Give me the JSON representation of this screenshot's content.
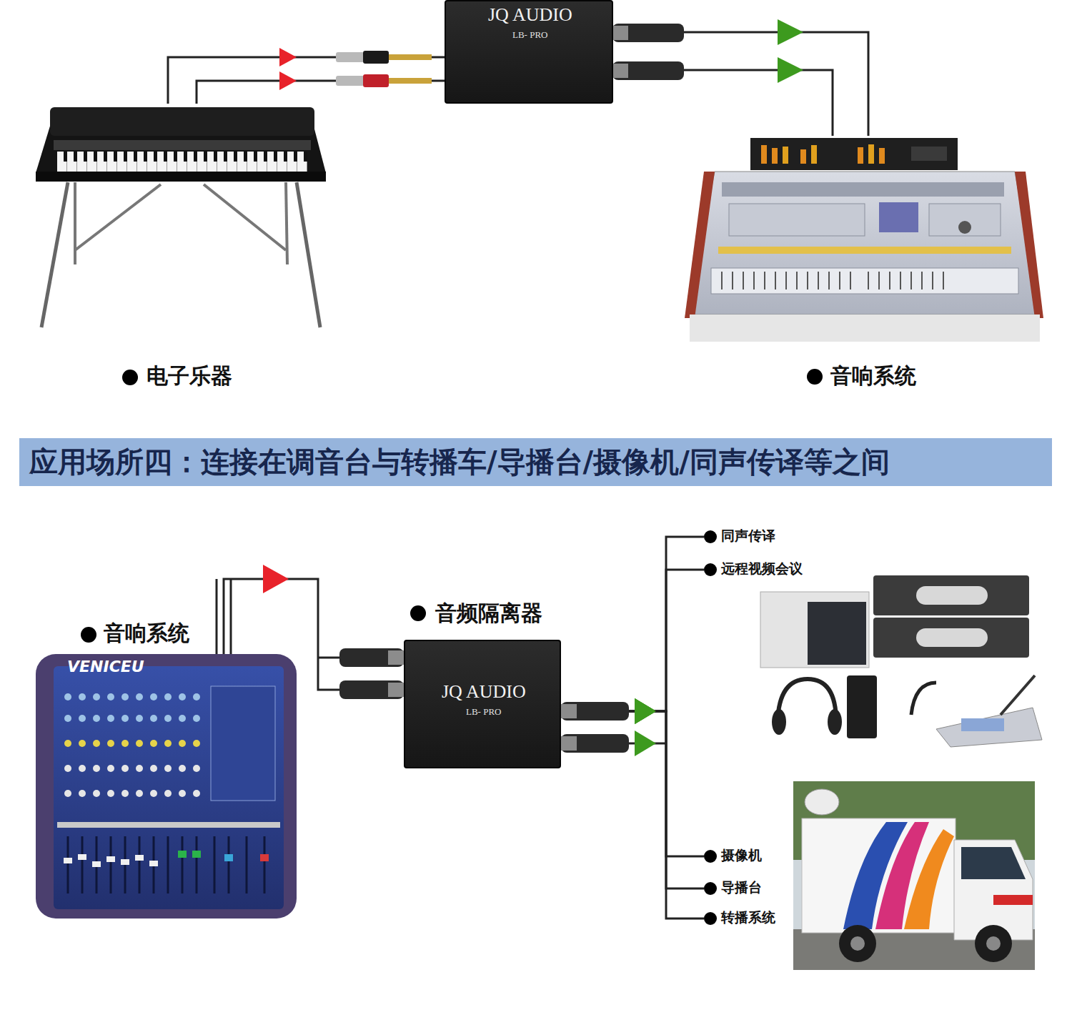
{
  "diagram": {
    "title": "应用场所四：连接在调音台与转播车/导播台/摄像机/同声传译等之间",
    "nodes": [
      {
        "text": [
          "JQ AUDIO",
          "LB- PRO"
        ]
      },
      {
        "text": [
          "电子乐器"
        ]
      },
      {
        "text": [
          "音响系统"
        ]
      },
      {
        "text": [
          "音响系统",
          "VENICEU"
        ]
      },
      {
        "text": [
          "音频隔离器",
          "JQ AUDIO",
          "LB- PRO"
        ]
      },
      {
        "text": [
          "同声传译"
        ]
      },
      {
        "text": [
          "远程视频会议"
        ]
      },
      {
        "text": [
          "摄像机"
        ]
      },
      {
        "text": [
          "导播台"
        ]
      },
      {
        "text": [
          "转播系统"
        ]
      }
    ],
    "edges": [
      {
        "from": 1,
        "to": 0,
        "arrow": "to"
      },
      {
        "from": 1,
        "to": 0,
        "arrow": "to"
      },
      {
        "from": 0,
        "to": 2,
        "arrow": "to"
      },
      {
        "from": 0,
        "to": 2,
        "arrow": "to"
      },
      {
        "from": 3,
        "to": 4,
        "arrow": "to"
      },
      {
        "from": 4,
        "to": 5,
        "arrow": "to"
      },
      {
        "from": 4,
        "to": 6,
        "arrow": "to"
      },
      {
        "from": 4,
        "to": 7,
        "arrow": "to"
      },
      {
        "from": 4,
        "to": 8,
        "arrow": "to"
      },
      {
        "from": 4,
        "to": 9,
        "arrow": "to"
      }
    ]
  }
}
